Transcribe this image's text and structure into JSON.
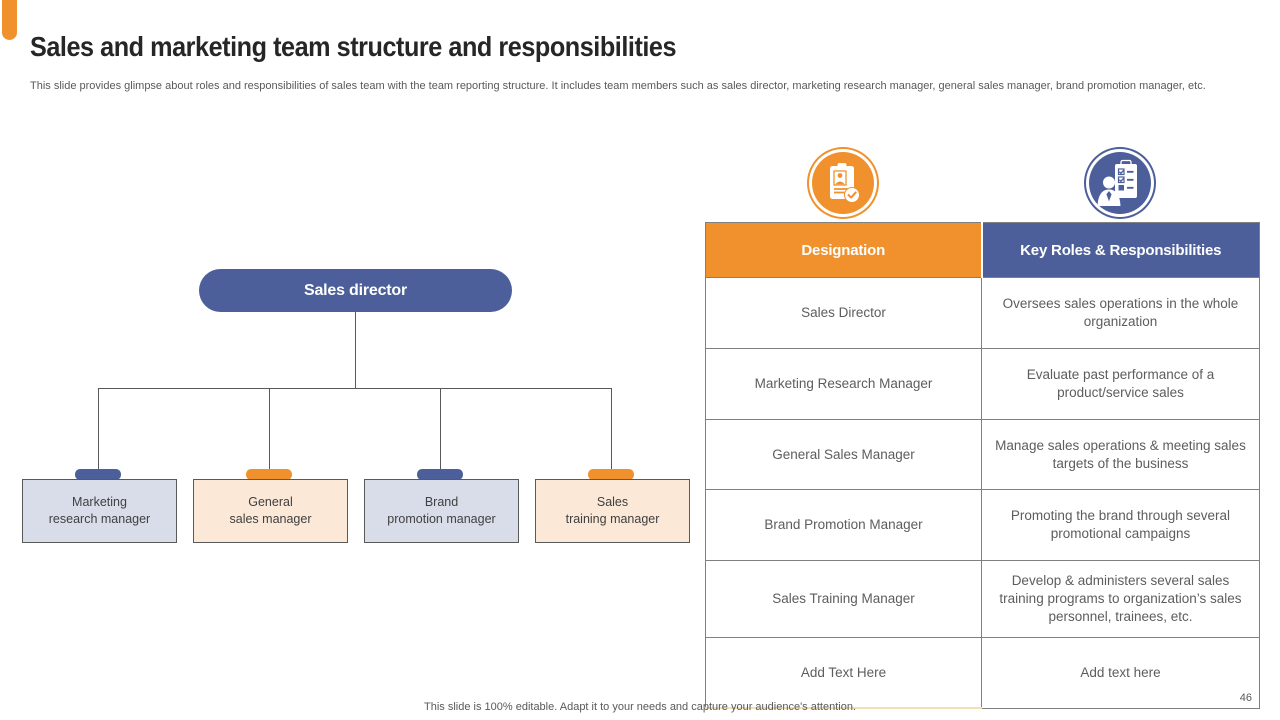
{
  "slide": {
    "title": "Sales and marketing team structure and responsibilities",
    "subtitle": "This slide provides glimpse about roles and responsibilities of sales team with the team reporting structure. It includes team members such as sales director, marketing research manager, general sales manager, brand promotion manager, etc.",
    "footer": "This slide is 100% editable. Adapt it to your needs and capture your audience's attention.",
    "page_number": "46"
  },
  "org_chart": {
    "root_label": "Sales director",
    "children": [
      {
        "line1": "Marketing",
        "line2": "research manager",
        "color": "blue"
      },
      {
        "line1": "General",
        "line2": "sales manager",
        "color": "orange"
      },
      {
        "line1": "Brand",
        "line2": "promotion manager",
        "color": "blue"
      },
      {
        "line1": "Sales",
        "line2": "training manager",
        "color": "orange"
      }
    ]
  },
  "table": {
    "icons": [
      {
        "name": "id-card-check-icon",
        "color": "#F0912D"
      },
      {
        "name": "manager-checklist-icon",
        "color": "#4C5F9B"
      }
    ],
    "headers": [
      "Designation",
      "Key Roles & Responsibilities"
    ],
    "rows": [
      [
        "Sales Director",
        "Oversees sales operations in the whole organization"
      ],
      [
        "Marketing Research Manager",
        "Evaluate past performance of a product/service sales"
      ],
      [
        "General Sales Manager",
        "Manage sales operations & meeting sales targets of the business"
      ],
      [
        "Brand Promotion Manager",
        "Promoting the brand through several promotional campaigns"
      ],
      [
        "Sales Training Manager",
        "Develop & administers several sales training programs to organization’s sales personnel, trainees, etc."
      ],
      [
        "Add Text Here",
        "Add text here"
      ]
    ]
  },
  "colors": {
    "orange": "#F0912D",
    "blue": "#4C5F9B",
    "light_blue_fill": "#D9DDE9",
    "light_orange_fill": "#FBE8D6",
    "text_dark": "#262626",
    "text_gray": "#595959",
    "table_border": "#808080"
  }
}
